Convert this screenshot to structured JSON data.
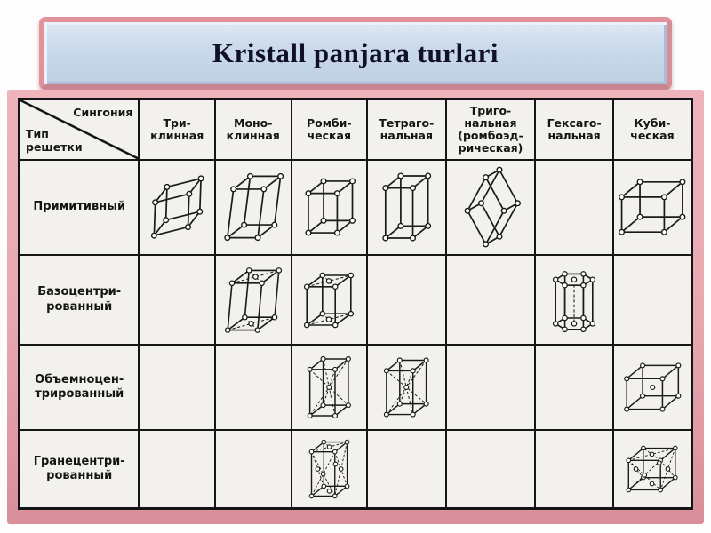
{
  "title": "Kristall panjara turlari",
  "table": {
    "corner": {
      "top_label": "Сингония",
      "bottom_label": "Тип\nрешетки"
    },
    "columns": [
      "Три-\nклинная",
      "Моно-\nклинная",
      "Ромби-\nческая",
      "Тетраго-\nнальная",
      "Триго-\nнальная\n(ромбоэд-\nрическая)",
      "Гексаго-\nнальная",
      "Куби-\nческая"
    ],
    "rows": [
      {
        "label": "Примитивный",
        "cells": [
          "triclinic-primitive",
          "monoclinic-primitive",
          "orthorhombic-primitive",
          "tetragonal-primitive",
          "rhombohedral-primitive",
          null,
          "cubic-primitive"
        ]
      },
      {
        "label": "Базоцентри-\nрованный",
        "cells": [
          null,
          "monoclinic-base-centered",
          "orthorhombic-base-centered",
          null,
          null,
          "hexagonal-primitive",
          null
        ]
      },
      {
        "label": "Объемноцен-\nтрированный",
        "cells": [
          null,
          null,
          "orthorhombic-body-centered",
          "tetragonal-body-centered",
          null,
          null,
          "cubic-body-centered"
        ]
      },
      {
        "label": "Гранецентри-\nрованный",
        "cells": [
          null,
          null,
          "orthorhombic-face-centered",
          null,
          null,
          null,
          "cubic-face-centered"
        ]
      }
    ]
  },
  "colors": {
    "banner_border": "#e2929b",
    "banner_fill": "#c9d9ea",
    "title_text": "#10102a",
    "frame_pink": "#e7a7af",
    "table_paper": "#f3f1ed",
    "line_ink": "#1a1a1a"
  }
}
